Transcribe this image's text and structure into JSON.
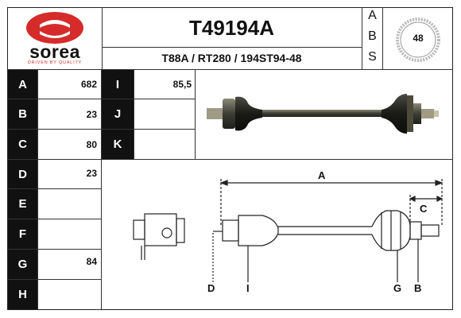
{
  "brand": {
    "name": "sorea",
    "tagline": "DRIVEN BY QUALITY",
    "color": "#d52b2b"
  },
  "header": {
    "part_number": "T49194A",
    "references": "T88A / RT280 / 194ST94-48",
    "abs_letters": [
      "A",
      "B",
      "S"
    ],
    "abs_teeth": "48"
  },
  "specs_left": [
    {
      "letter": "A",
      "value": "682"
    },
    {
      "letter": "B",
      "value": "23"
    },
    {
      "letter": "C",
      "value": "80"
    },
    {
      "letter": "D",
      "value": "23"
    },
    {
      "letter": "E",
      "value": ""
    },
    {
      "letter": "F",
      "value": ""
    },
    {
      "letter": "G",
      "value": "84"
    },
    {
      "letter": "H",
      "value": ""
    }
  ],
  "specs_right": [
    {
      "letter": "I",
      "value": "85,5"
    },
    {
      "letter": "J",
      "value": ""
    },
    {
      "letter": "K",
      "value": ""
    }
  ],
  "diagram_labels": {
    "a": "A",
    "c": "C",
    "d": "D",
    "i": "I",
    "g": "G",
    "b": "B"
  },
  "icons": {
    "logo": "sorea-logo-icon",
    "abs_ring": "abs-gear-ring-icon",
    "photo": "drive-shaft-photo",
    "diagram": "drive-shaft-diagram"
  }
}
